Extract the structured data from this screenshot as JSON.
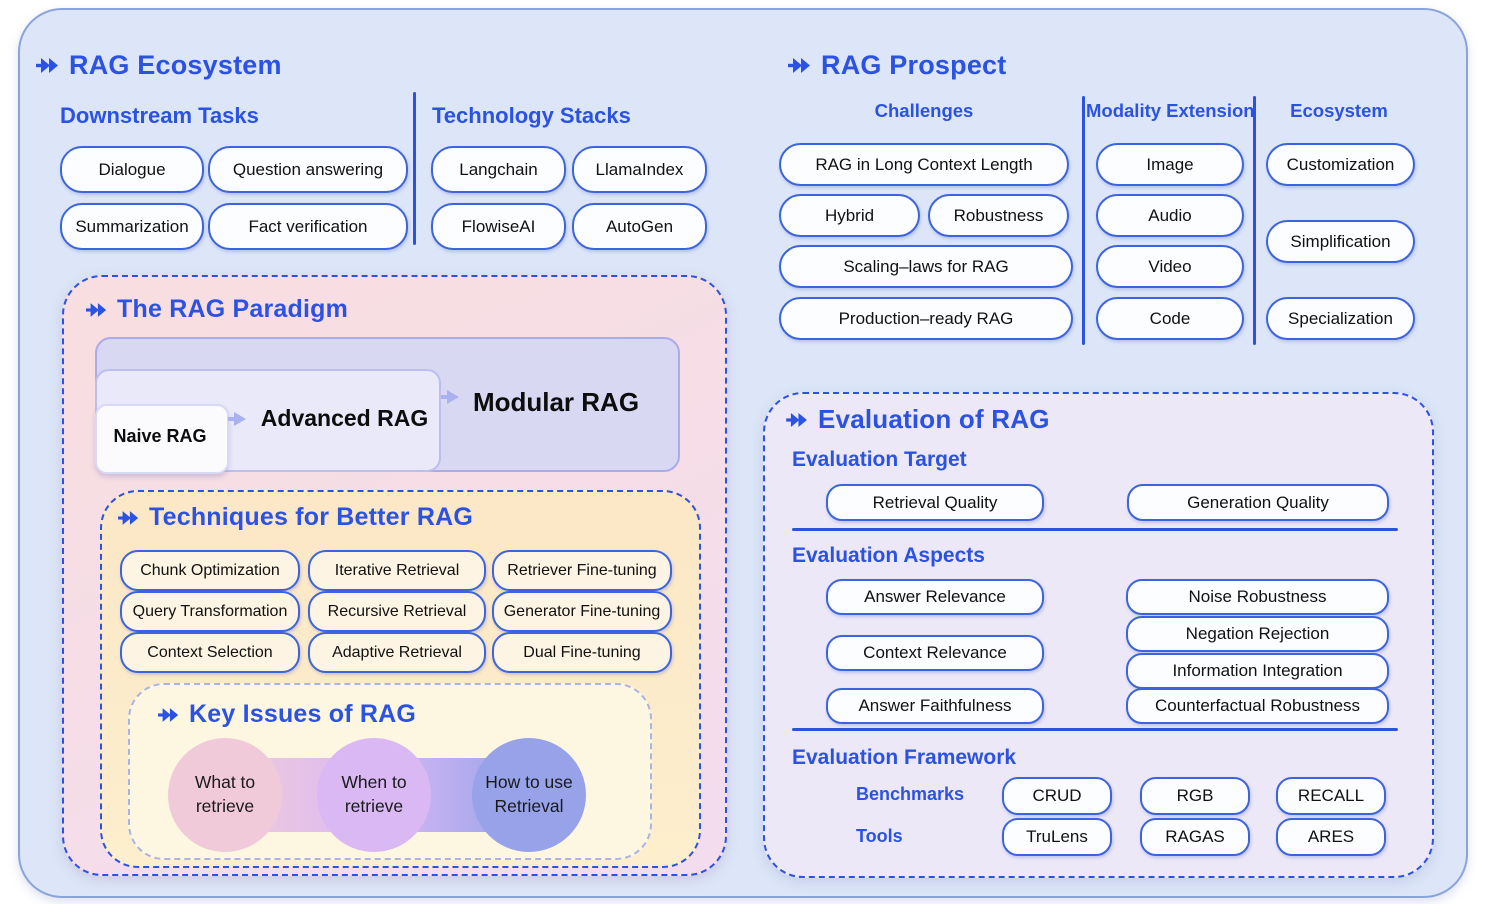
{
  "colors": {
    "accent": "#2b52e2",
    "pill_border": "#3c64de",
    "pill_bg": "#fcfdff",
    "container_bg": "#dce6f8",
    "container_border": "#8ba3dc",
    "paradigm_bg": "#f8dee1",
    "paradigm_bg2": "#f3dcee",
    "tech_bg": "#fce7c6",
    "tech_bg2": "#fdeecd",
    "tech_pill_bg": "#fdf4e3",
    "key_bg": "#fdf7e2",
    "eval_bg": "#ece8f8",
    "stage_outer": "#d8d8f3",
    "stage_outer_border": "#a9ace9",
    "stage_mid": "#e9e9fa",
    "stage_mid_border": "#bcbef0",
    "stage_inner": "#fbfbfe",
    "stage_inner_border": "#d8d9f4",
    "circle1": "#f1cada",
    "circle2": "#d9b8f3",
    "circle3": "#97a2e9",
    "stage_arrow": "#aab1ee"
  },
  "ecosystem": {
    "title": "RAG Ecosystem",
    "downstream": {
      "title": "Downstream Tasks",
      "items": [
        "Dialogue",
        "Question answering",
        "Summarization",
        "Fact verification"
      ]
    },
    "stacks": {
      "title": "Technology Stacks",
      "items": [
        "Langchain",
        "LlamaIndex",
        "FlowiseAI",
        "AutoGen"
      ]
    }
  },
  "paradigm": {
    "title": "The RAG Paradigm",
    "stages": [
      "Naive RAG",
      "Advanced RAG",
      "Modular RAG"
    ],
    "techniques": {
      "title": "Techniques for Better RAG",
      "items": [
        "Chunk Optimization",
        "Iterative Retrieval",
        "Retriever Fine-tuning",
        "Query Transformation",
        "Recursive Retrieval",
        "Generator Fine-tuning",
        "Context Selection",
        "Adaptive Retrieval",
        "Dual Fine-tuning"
      ]
    },
    "key_issues": {
      "title": "Key Issues of RAG",
      "items": [
        "What to retrieve",
        "When to retrieve",
        "How to use Retrieval"
      ]
    }
  },
  "prospect": {
    "title": "RAG Prospect",
    "columns": [
      {
        "title": "Challenges",
        "items": [
          "RAG in Long Context Length",
          "Hybrid",
          "Robustness",
          "Scaling–laws for RAG",
          "Production–ready RAG"
        ]
      },
      {
        "title": "Modality Extension",
        "items": [
          "Image",
          "Audio",
          "Video",
          "Code"
        ]
      },
      {
        "title": "Ecosystem",
        "items": [
          "Customization",
          "Simplification",
          "Specialization"
        ]
      }
    ]
  },
  "evaluation": {
    "title": "Evaluation of RAG",
    "target": {
      "title": "Evaluation Target",
      "items": [
        "Retrieval Quality",
        "Generation Quality"
      ]
    },
    "aspects": {
      "title": "Evaluation Aspects",
      "left": [
        "Answer Relevance",
        "Context Relevance",
        "Answer Faithfulness"
      ],
      "right": [
        "Noise Robustness",
        "Negation Rejection",
        "Information Integration",
        "Counterfactual Robustness"
      ]
    },
    "framework": {
      "title": "Evaluation Framework",
      "rows": [
        {
          "label": "Benchmarks",
          "items": [
            "CRUD",
            "RGB",
            "RECALL"
          ]
        },
        {
          "label": "Tools",
          "items": [
            "TruLens",
            "RAGAS",
            "ARES"
          ]
        }
      ]
    }
  }
}
